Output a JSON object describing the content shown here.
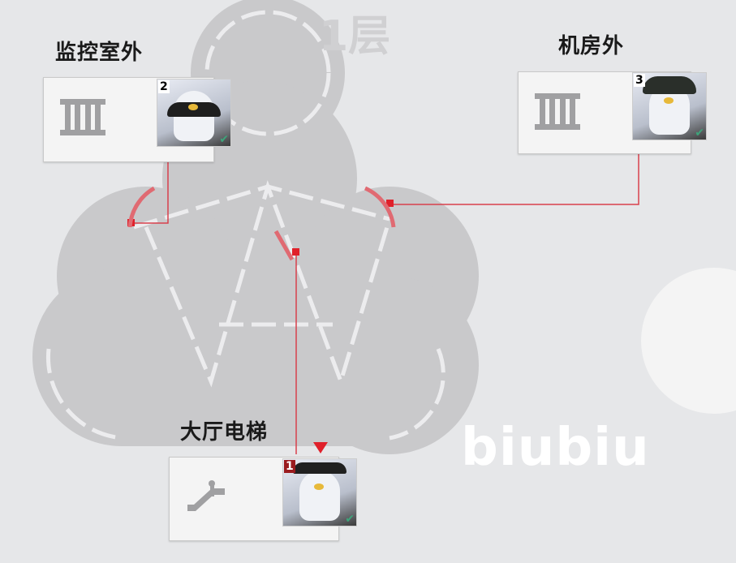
{
  "floor_title": "1层",
  "watermark": "biubiu",
  "accent_color": "#e0505a",
  "locations": [
    {
      "label": "监控室外",
      "icon": "barricade-icon",
      "player_number": "2",
      "checked": true
    },
    {
      "label": "机房外",
      "icon": "barricade-icon",
      "player_number": "3",
      "checked": true
    },
    {
      "label": "大厅电梯",
      "icon": "escalator-icon",
      "player_number": "1",
      "checked": true
    }
  ],
  "check_glyph": "✔"
}
